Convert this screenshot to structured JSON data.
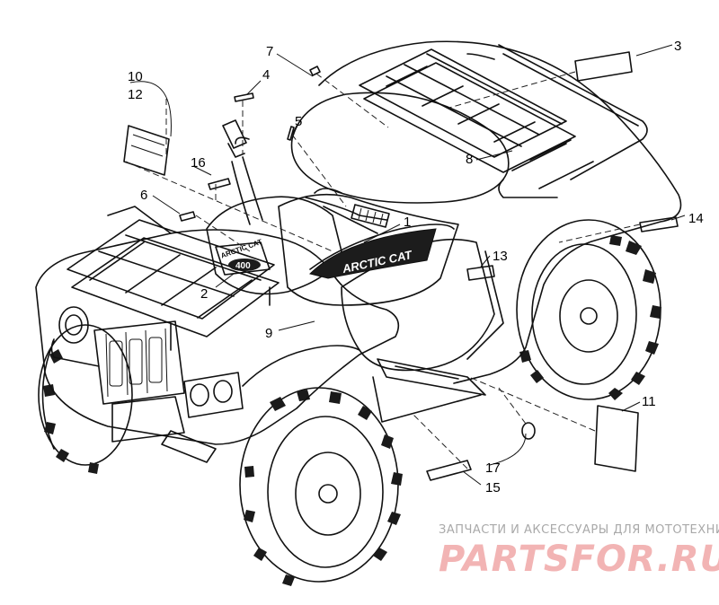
{
  "diagram": {
    "callouts": [
      "1",
      "2",
      "3",
      "4",
      "5",
      "6",
      "7",
      "8",
      "9",
      "10",
      "11",
      "12",
      "13",
      "14",
      "15",
      "16",
      "17"
    ],
    "decals": {
      "side_logo": "ARCTIC CAT",
      "console_logo": "ARCTIC CAT",
      "console_badge": "400"
    }
  },
  "watermark": {
    "tagline": "ЗАПЧАСТИ И АКСЕССУАРЫ ДЛЯ МОТОТЕХНИКИ",
    "brand": "PARTSFOR.RU"
  }
}
